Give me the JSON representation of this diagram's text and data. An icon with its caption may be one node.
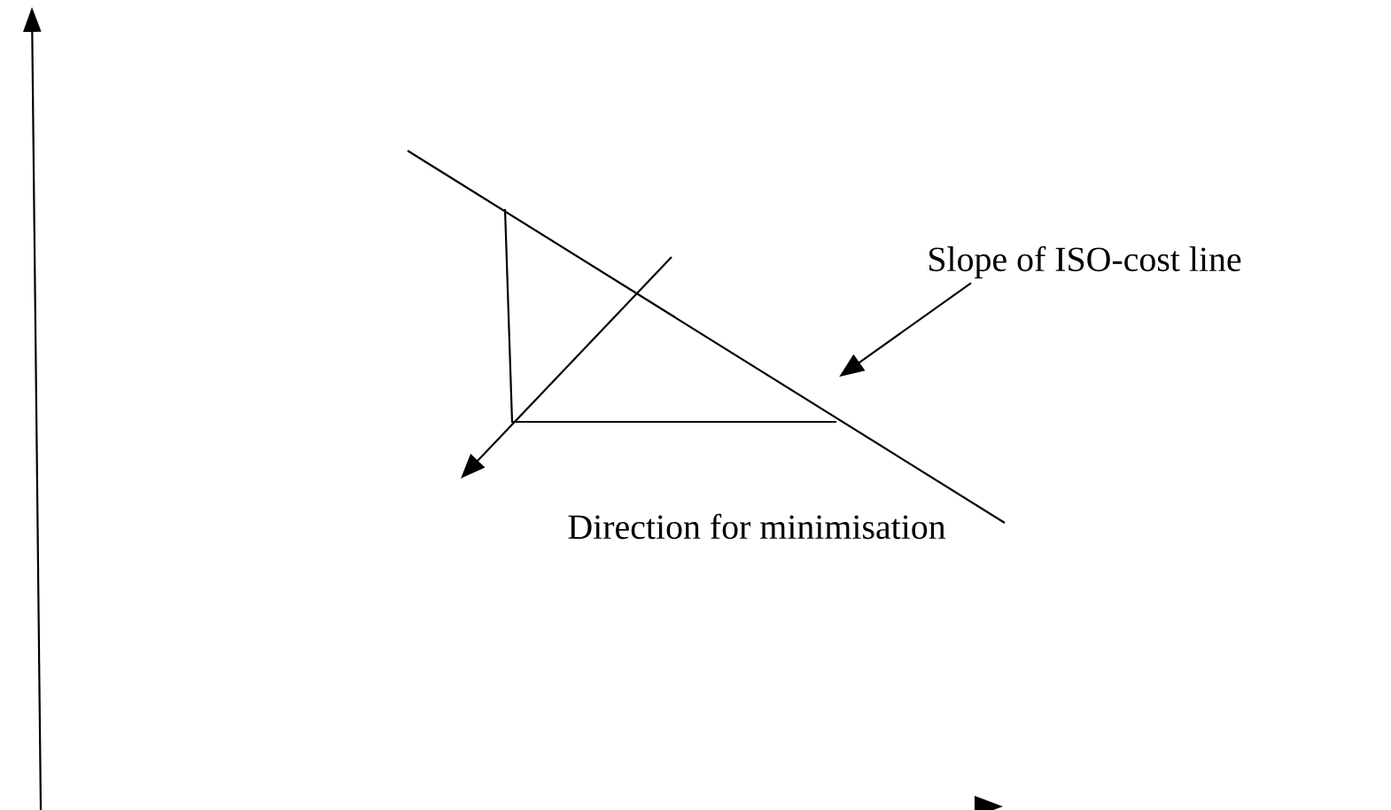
{
  "diagram": {
    "nodes": [
      {
        "text": [
          "Slope of ISO-cost line"
        ]
      },
      {
        "text": [],
        "shape": "line"
      }
    ],
    "edges": [
      {
        "from": 0,
        "to": 1,
        "arrow": "to"
      }
    ],
    "labels": [
      "Direction for minimisation"
    ]
  }
}
